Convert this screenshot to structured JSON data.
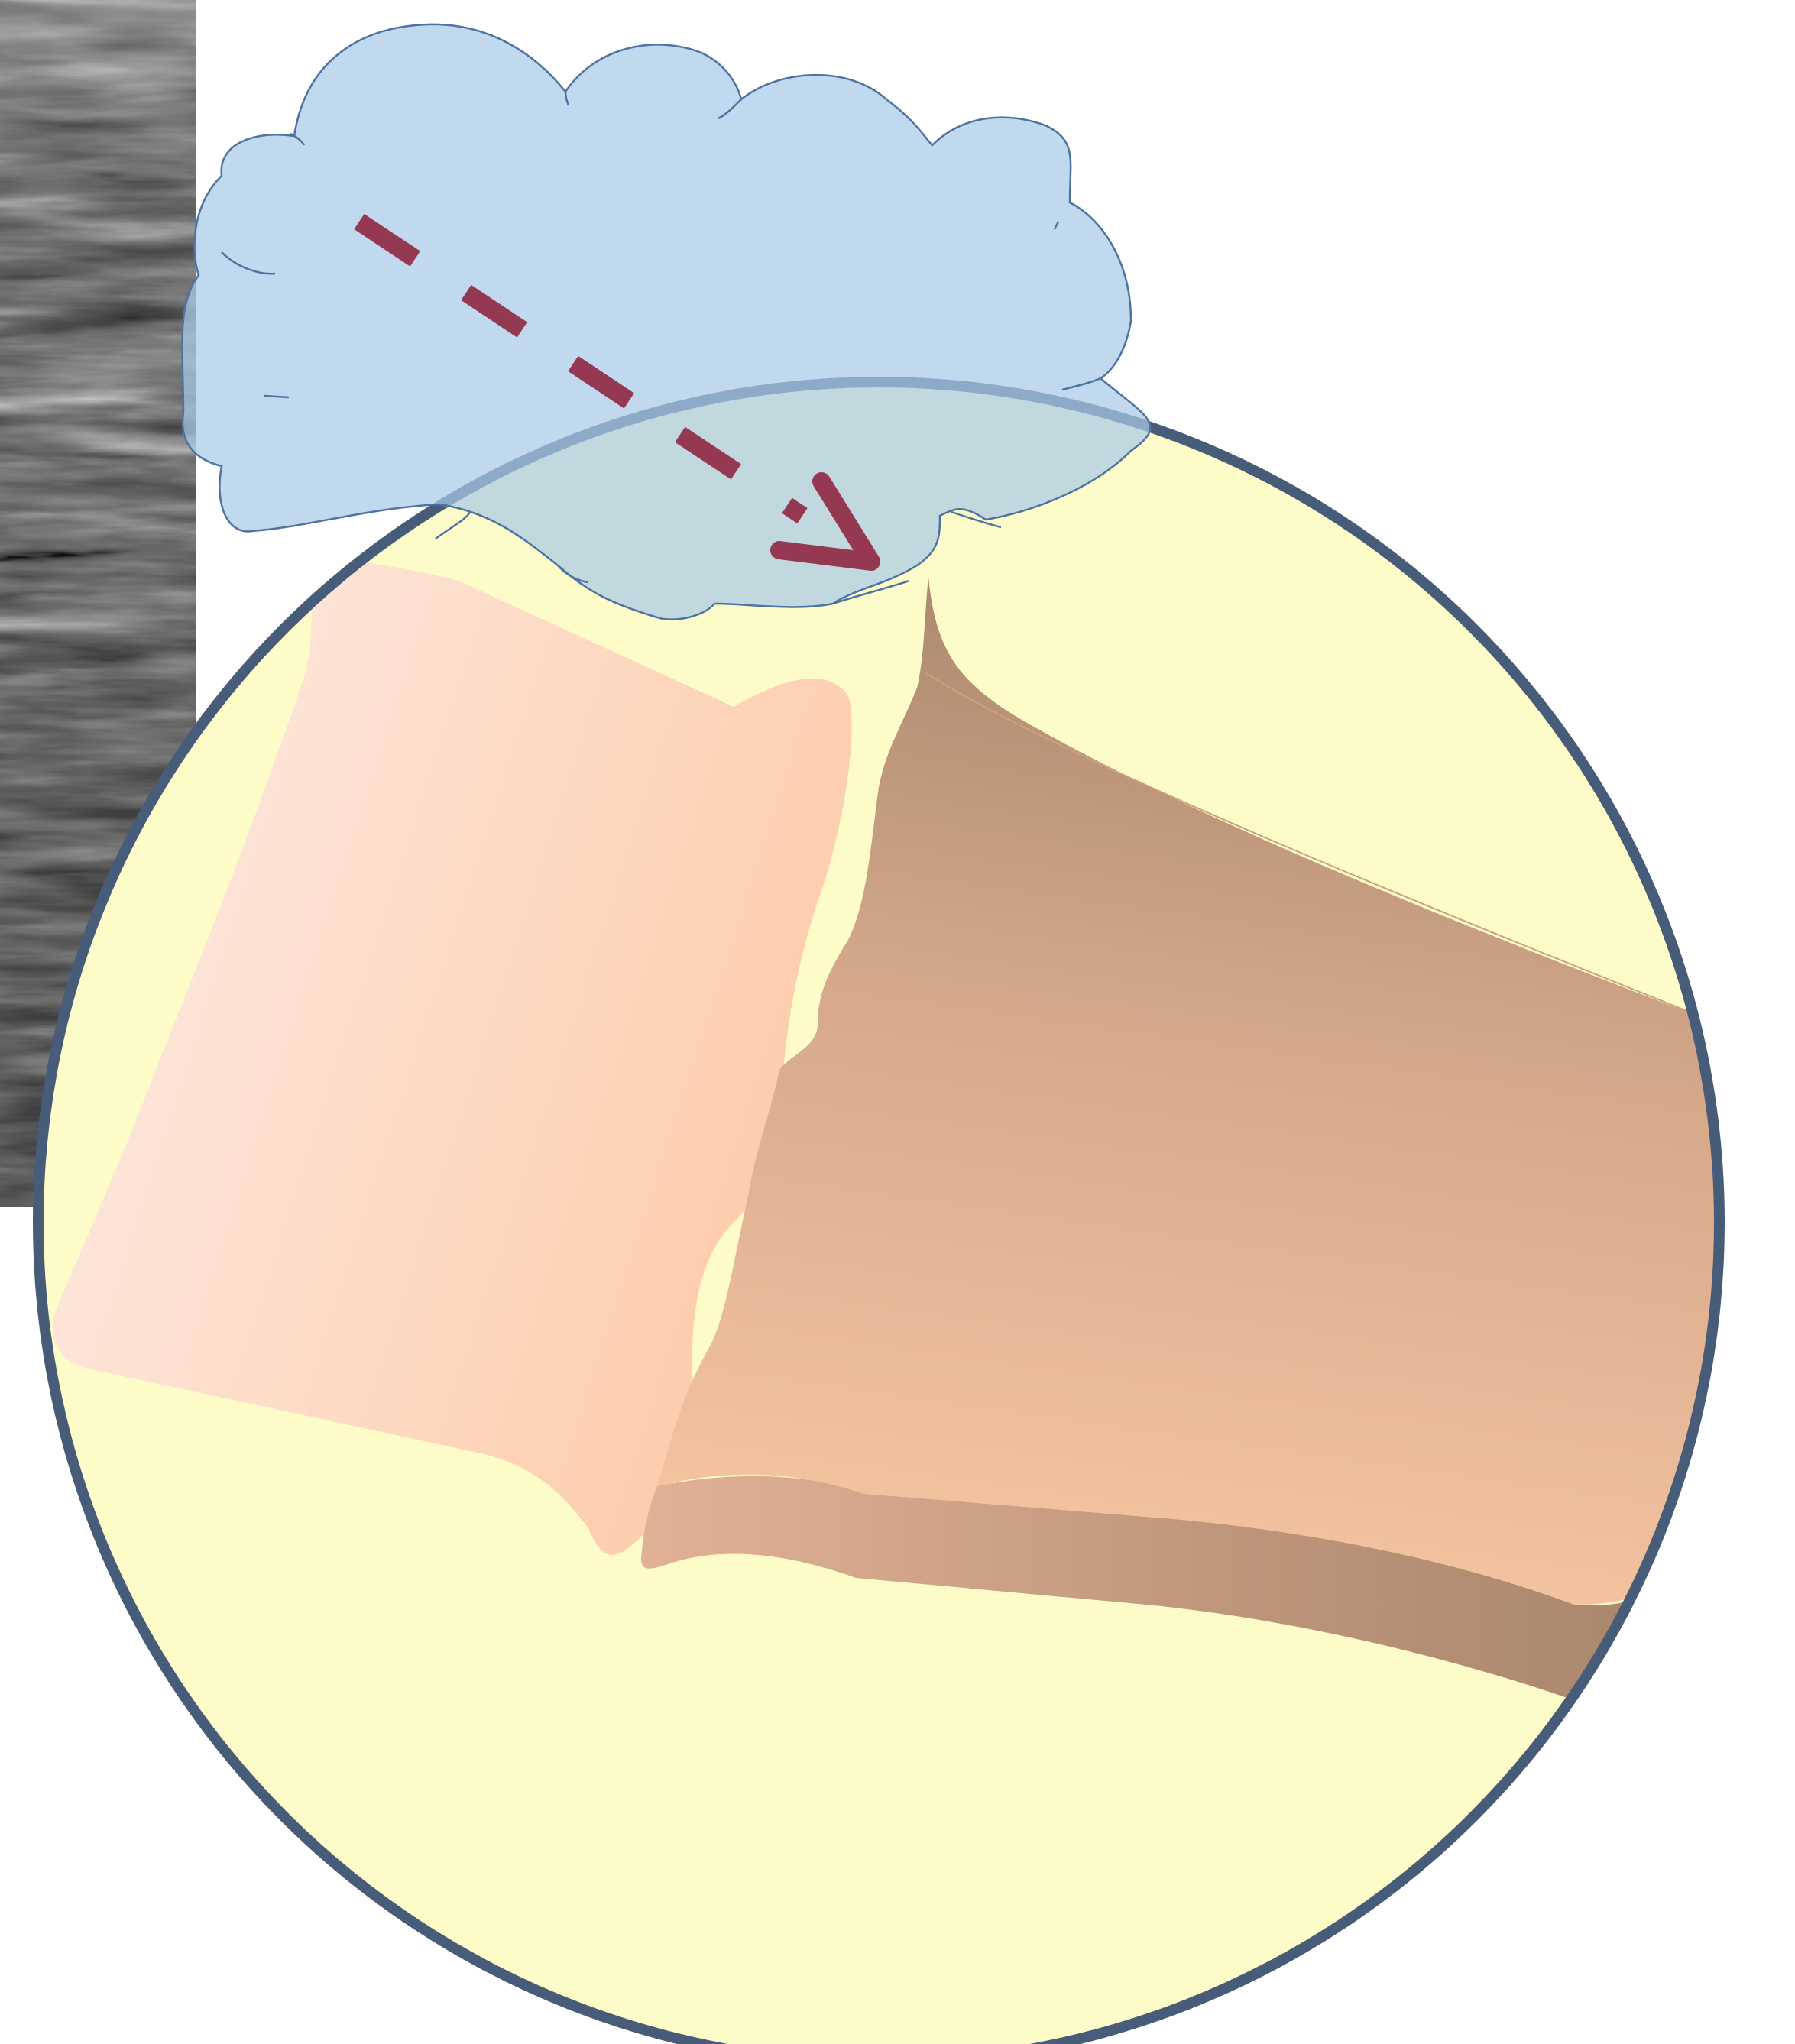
{
  "figure": {
    "layers": [
      {
        "name": "ultrasound-image-inset",
        "kind": "grayscale-texture"
      },
      {
        "name": "magnified-view-circle",
        "kind": "circle"
      },
      {
        "name": "pale-tissue-block",
        "kind": "gradient-shape"
      },
      {
        "name": "brown-tissue-block",
        "kind": "gradient-shape"
      },
      {
        "name": "fluid-cloud",
        "kind": "cloud"
      },
      {
        "name": "dashed-arrow",
        "kind": "arrow",
        "style": "dashed"
      }
    ]
  },
  "colors": {
    "background": "#ffffff",
    "circle_fill": "#fdfcc8",
    "circle_stroke": "#475c78",
    "cloud_fill": "#a9cbe8",
    "cloud_stroke": "#4f73a0",
    "arrow": "#953952",
    "pale_block_light": "#fdeae2",
    "pale_block_dark": "#fdc9a5",
    "brown_block_dark": "#a7866c",
    "brown_block_light": "#f7c6a2",
    "ultrasound_dark": "#1a1a1a",
    "ultrasound_light": "#9a9a9a"
  }
}
